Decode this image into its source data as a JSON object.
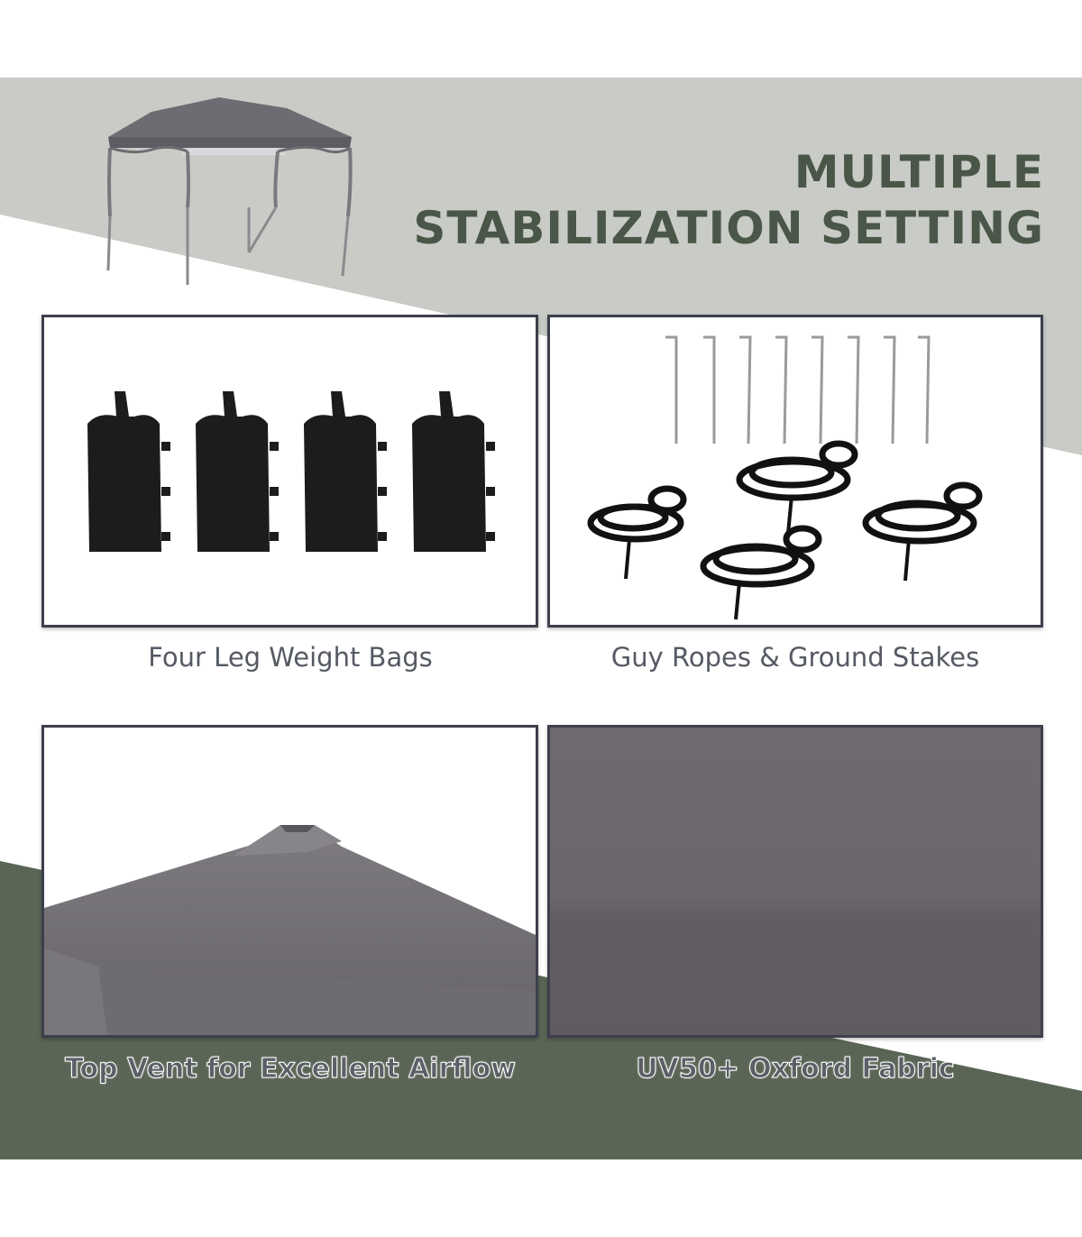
{
  "headline": {
    "line1": "MULTIPLE",
    "line2": "STABILIZATION SETTING"
  },
  "colors": {
    "band_top": "#c9ccc6",
    "band_bottom": "#5a6555",
    "headline_text": "#4a5648",
    "panel_border": "#3d3f4c",
    "fabric": "#6b676c"
  },
  "panels": [
    {
      "caption": "Four Leg Weight Bags",
      "icon": "weight-bags-image"
    },
    {
      "caption": "Guy Ropes & Ground Stakes",
      "icon": "ropes-stakes-image"
    },
    {
      "caption": "Top Vent for Excellent Airflow",
      "icon": "top-vent-image"
    },
    {
      "caption": "UV50+ Oxford Fabric",
      "icon": "oxford-fabric-image"
    }
  ]
}
